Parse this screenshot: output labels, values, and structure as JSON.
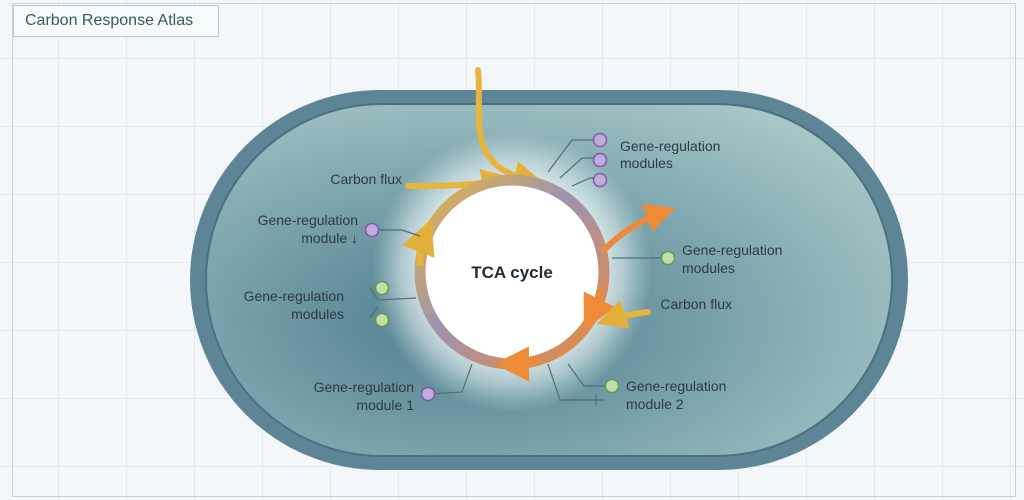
{
  "header": {
    "title": "Carbon Response Atlas"
  },
  "diagram": {
    "center_label": "TCA cycle",
    "flux_in_label": "Carbon flux",
    "flux_right_label": "Carbon flux",
    "module_top_right": [
      "Gene-regulation",
      "modules"
    ],
    "module_left_upper": [
      "Gene-regulation",
      "module ↓"
    ],
    "module_left_mid": [
      "Gene-regulation",
      "modules"
    ],
    "module_right_mid": [
      "Gene-regulation",
      "modules"
    ],
    "module_bottom_left": [
      "Gene-regulation",
      "module 1"
    ],
    "module_bottom_right": [
      "Gene-regulation",
      "module 2"
    ]
  },
  "colors": {
    "cell_outer": "#5b8293",
    "cell_inner": "#7ea4ad",
    "cycle_yellow": "#e7b53e",
    "cycle_orange": "#ee8b3a",
    "cycle_purple": "#8f88ad",
    "node_purple": "#a98bc7",
    "node_green": "#a6d08c"
  }
}
